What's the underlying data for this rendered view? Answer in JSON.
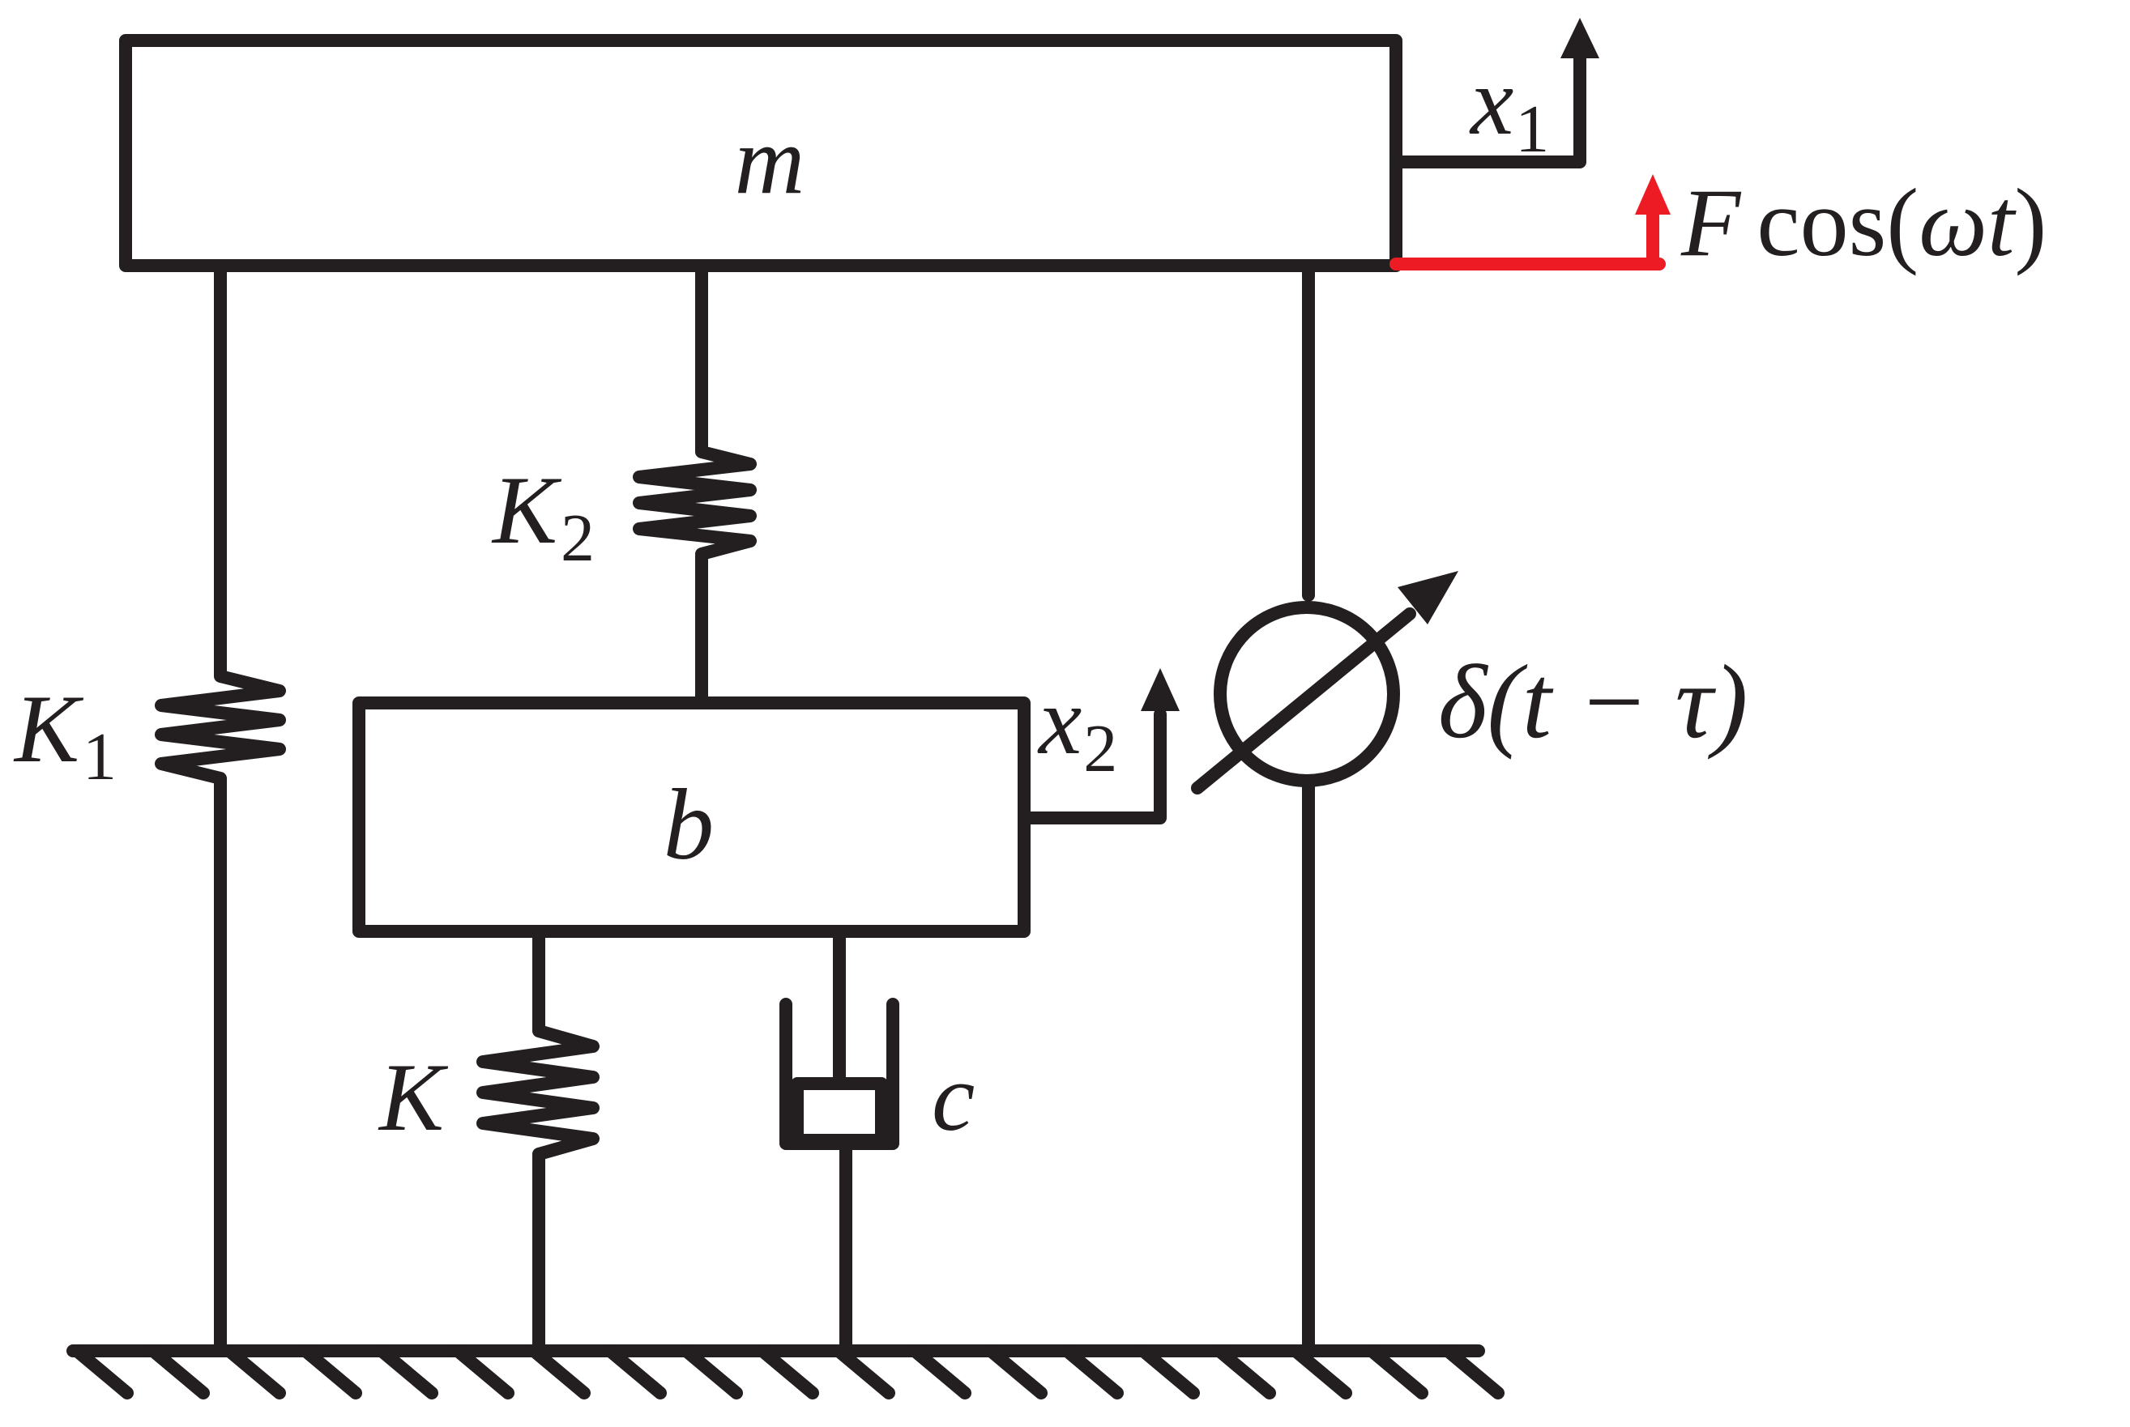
{
  "colors": {
    "line": "#231f20",
    "absorber_fill": "#6a9ecc",
    "force": "#ed1c24",
    "background": "#ffffff"
  },
  "labels": {
    "mass_main": "m",
    "mass_absorber": "b",
    "spring_k1_base": "K",
    "spring_k1_sub": "1",
    "spring_k2_base": "K",
    "spring_k2_sub": "2",
    "spring_k_base": "K",
    "damper_c": "c",
    "disp_x1_base": "x",
    "disp_x1_sub": "1",
    "disp_x2_base": "x",
    "disp_x2_sub": "2",
    "force_symbol": "F",
    "force_function": "cos(",
    "force_omega_t": "ωt",
    "force_close": ")",
    "delay_expression": "δ(t − τ)"
  },
  "icons": {
    "ground": "hatched-ground-icon",
    "delay_actuator": "variable-actuator-icon"
  }
}
